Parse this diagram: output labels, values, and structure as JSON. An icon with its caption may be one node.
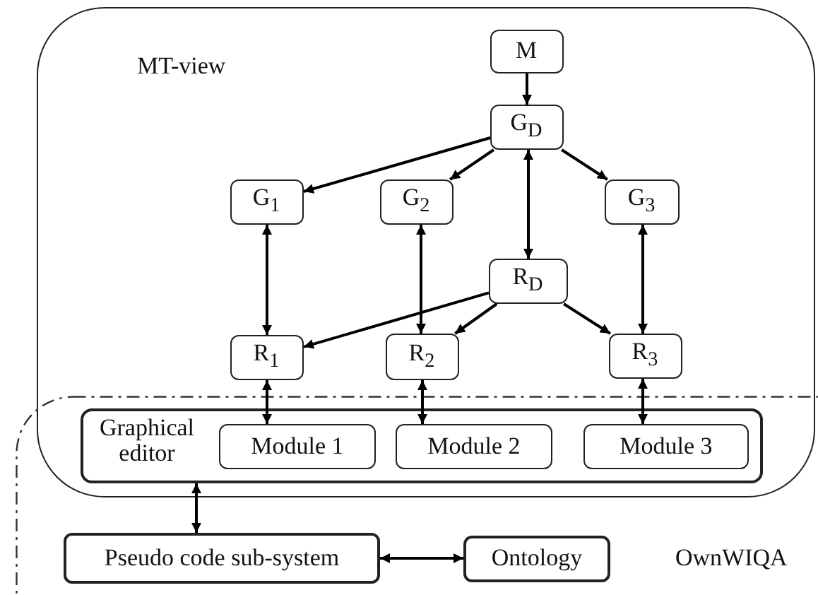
{
  "diagram": {
    "nodes": [
      {
        "text": [
          "MT-view"
        ]
      },
      {
        "text": [
          "OwnWIQA"
        ]
      },
      {
        "text": [
          "M"
        ],
        "in": 0
      },
      {
        "text": [
          "G$_{D}$"
        ],
        "in": 0
      },
      {
        "text": [
          "G$_{1}$"
        ],
        "in": 0
      },
      {
        "text": [
          "G$_{2}$"
        ],
        "in": 0
      },
      {
        "text": [
          "G$_{3}$"
        ],
        "in": 0
      },
      {
        "text": [
          "R$_{D}$"
        ],
        "in": 0
      },
      {
        "text": [
          "R$_{1}$"
        ],
        "in": 0
      },
      {
        "text": [
          "R$_{2}$"
        ],
        "in": 0
      },
      {
        "text": [
          "R$_{3}$"
        ],
        "in": 0
      },
      {
        "text": [
          "Graphical editor"
        ]
      },
      {
        "text": [
          "Module 1"
        ],
        "in": 11
      },
      {
        "text": [
          "Module 2"
        ],
        "in": 11
      },
      {
        "text": [
          "Module 3"
        ],
        "in": 11
      },
      {
        "text": [
          "Pseudo code sub-system"
        ],
        "in": 1
      },
      {
        "text": [
          "Ontology"
        ],
        "in": 1
      }
    ],
    "edges": [
      {
        "from": 2,
        "to": 3,
        "arrow": "to"
      },
      {
        "from": 3,
        "to": 4,
        "arrow": "to"
      },
      {
        "from": 3,
        "to": 5,
        "arrow": "to"
      },
      {
        "from": 3,
        "to": 6,
        "arrow": "to"
      },
      {
        "from": 3,
        "to": 7,
        "arrow": "both"
      },
      {
        "from": 4,
        "to": 8,
        "arrow": "both"
      },
      {
        "from": 5,
        "to": 9,
        "arrow": "both"
      },
      {
        "from": 6,
        "to": 10,
        "arrow": "both"
      },
      {
        "from": 7,
        "to": 8,
        "arrow": "to"
      },
      {
        "from": 7,
        "to": 9,
        "arrow": "to"
      },
      {
        "from": 7,
        "to": 10,
        "arrow": "to"
      },
      {
        "from": 8,
        "to": 12,
        "arrow": "both"
      },
      {
        "from": 9,
        "to": 13,
        "arrow": "both"
      },
      {
        "from": 10,
        "to": 14,
        "arrow": "both"
      },
      {
        "from": 11,
        "to": 15,
        "arrow": "both"
      },
      {
        "from": 15,
        "to": 16,
        "arrow": "both"
      }
    ]
  }
}
